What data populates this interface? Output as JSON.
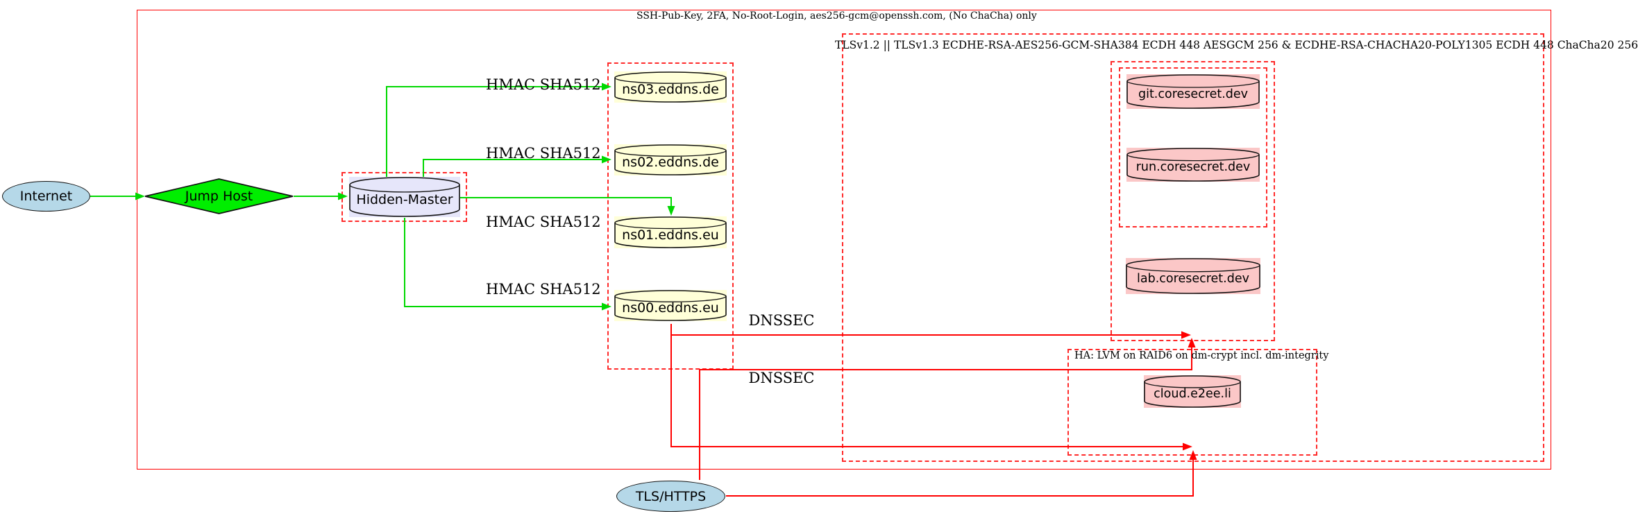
{
  "diagram": {
    "clusters": {
      "ssh": {
        "label": "SSH-Pub-Key, 2FA, No-Root-Login, aes256-gcm@openssh.com, (No ChaCha) only"
      },
      "tls": {
        "label": "TLSv1.2 || TLSv1.3 ECDHE-RSA-AES256-GCM-SHA384 ECDH 448 AESGCM 256 & ECDHE-RSA-CHACHA20-POLY1305 ECDH 448 ChaCha20 256"
      },
      "ha": {
        "label": "HA: LVM on RAID6 on dm-crypt incl. dm-integrity"
      }
    },
    "nodes": {
      "internet": "Internet",
      "jump_host": "Jump Host",
      "hidden_master": "Hidden-Master",
      "ns03": "ns03.eddns.de",
      "ns02": "ns02.eddns.de",
      "ns01": "ns01.eddns.eu",
      "ns00": "ns00.eddns.eu",
      "git": "git.coresecret.dev",
      "run": "run.coresecret.dev",
      "lab": "lab.coresecret.dev",
      "cloud": "cloud.e2ee.li",
      "tls_https": "TLS/HTTPS"
    },
    "edge_labels": {
      "hmac": "HMAC SHA512",
      "dnssec": "DNSSEC"
    },
    "colors": {
      "edge_green": "#00d800",
      "edge_red": "#ff0000",
      "cluster_red": "#ff2a2a",
      "fill_lightblue": "#b5d8e8",
      "fill_green": "#00ee00",
      "fill_lavender": "#e6e6fa",
      "fill_yellow": "#ffffd8",
      "fill_pink": "#fbc7c7"
    }
  }
}
